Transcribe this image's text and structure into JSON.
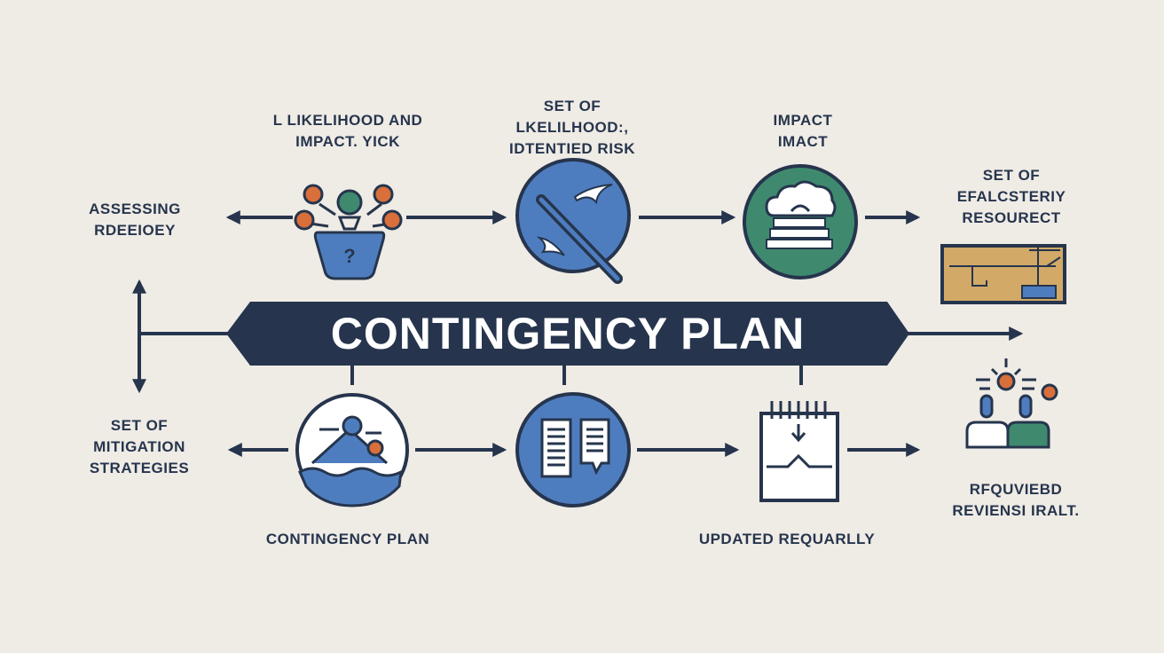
{
  "banner": {
    "title": "CONTINGENCY PLAN"
  },
  "top_labels": [
    {
      "lines": [
        "L LIKELIHOOD AND",
        "IMPACT. YICK"
      ]
    },
    {
      "lines": [
        "SET OF",
        "LKELILHOOD:,",
        "IDTENTIED RISK"
      ]
    },
    {
      "lines": [
        "IMPACT",
        "IMACT"
      ]
    },
    {
      "lines": [
        "SET OF",
        "EFALCSTERIY",
        "RESOURECT"
      ]
    }
  ],
  "left_labels": {
    "upper": [
      "ASSESSING",
      "RDEEIOEY"
    ],
    "lower": [
      "SET OF",
      "MITIGATION",
      "STRATEGIES"
    ]
  },
  "bottom_labels": [
    {
      "text": "CONTINGENCY PLAN"
    },
    {
      "text": "UPDATED REQUARLLY"
    },
    {
      "lines": [
        "RFQUVIEBD",
        "REVIENSI IRALT."
      ]
    }
  ],
  "icons": {
    "top": [
      "risk-assessment-person-icon",
      "broken-sword-icon",
      "cloud-server-icon",
      "resource-board-icon"
    ],
    "bottom": [
      "person-on-waves-icon",
      "open-book-icon",
      "calendar-notepad-icon",
      "review-team-icon"
    ]
  },
  "colors": {
    "navy": "#26354d",
    "blue": "#4e7dbf",
    "green": "#3f8a6e",
    "orange": "#d96f3a",
    "tan": "#d2a967",
    "background": "#efebe5"
  }
}
